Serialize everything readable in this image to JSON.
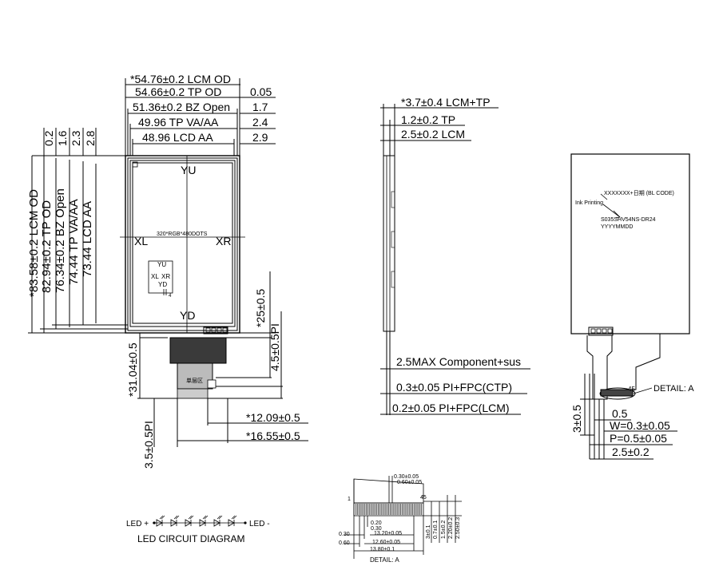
{
  "front_view": {
    "dims_top": [
      "*54.76±0.2 LCM OD",
      "54.66±0.2 TP OD",
      "51.36±0.2 BZ Open",
      "49.96 TP VA/AA",
      "48.96 LCD AA"
    ],
    "offsets_right": [
      "0.05",
      "1.7",
      "2.4",
      "2.9"
    ],
    "offsets_left": [
      "0.2",
      "1.6",
      "2.3",
      "2.8"
    ],
    "dims_left": [
      "*83.58±0.2 LCM OD",
      "82.94±0.2 TP OD",
      "76.34±0.2 BZ Open",
      "74.44 TP VA/AA",
      "73.44 LCD AA"
    ],
    "touch_labels": {
      "yu": "YU",
      "yd": "YD",
      "xl": "XL",
      "xr": "XR"
    },
    "resolution": "320*RGB*480DOTS",
    "mini_labels": {
      "yu": "YU",
      "xl": "XL",
      "xr": "XR",
      "yd": "YD",
      "pin": "4"
    },
    "fpc_dims": [
      "*25±0.5",
      "4.5±0.5PI",
      "*31.04±0.5",
      "*12.09±0.5",
      "*16.55±0.5",
      "3.5±0.5PI"
    ],
    "fpc_stamp": "单层区"
  },
  "side_view": {
    "dims": [
      "*3.7±0.4 LCM+TP",
      "1.2±0.2 TP",
      "2.5±0.2 LCM",
      "2.5MAX Component+sus",
      "0.3±0.05 PI+FPC(CTP)",
      "0.2±0.05 PI+FPC(LCM)"
    ]
  },
  "back_view": {
    "label_line1": "XXXXXXX+日期 (BL CODE)",
    "ink_printing": "Ink Printing",
    "model": "S035SHV54NS-DR24",
    "date_code": "YYYYMMDD",
    "detail_ref": "DETAIL: A",
    "pin_45": "45",
    "dims": [
      "0.5",
      "W=0.3±0.05",
      "P=0.5±0.05",
      "2.5±0.2",
      "3±0.5"
    ]
  },
  "detail_a": {
    "title": "DETAIL: A",
    "pin_1": "1",
    "pin_45": "45",
    "top_dims": [
      "0.30±0.05",
      "0.60±0.05"
    ],
    "inner_dims": [
      "0.20",
      "0.30"
    ],
    "left_dims": [
      "0.30",
      "0.60"
    ],
    "bottom_dims": [
      "13.20±0.05",
      "12.60±0.05",
      "13.80±0.1"
    ],
    "right_dims": [
      "3±0.1",
      "0.7±0.1",
      "1.5±0.2",
      "2.20±0.2",
      "2.50±0.3"
    ]
  },
  "led": {
    "plus": "LED +",
    "minus": "LED -",
    "caption": "LED CIRCUIT DIAGRAM",
    "count": 6
  }
}
